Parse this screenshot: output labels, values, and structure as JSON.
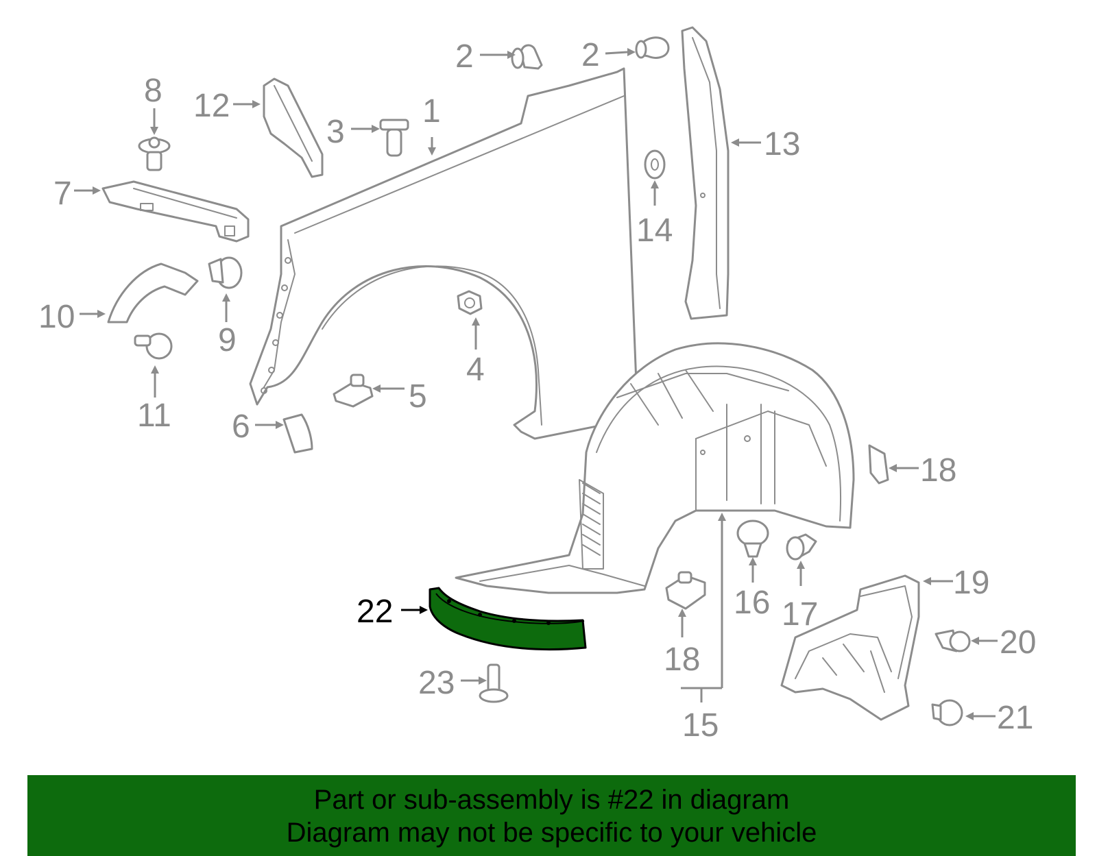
{
  "diagram": {
    "callouts": [
      "1",
      "2",
      "2",
      "3",
      "4",
      "5",
      "6",
      "7",
      "8",
      "9",
      "10",
      "11",
      "12",
      "13",
      "14",
      "15",
      "16",
      "17",
      "18",
      "18",
      "19",
      "20",
      "21",
      "22",
      "23"
    ],
    "highlighted_callout": "22",
    "colors": {
      "line": "#8c8c8c",
      "highlight_fill": "#0d6b0d",
      "highlight_stroke": "#000000",
      "background": "#ffffff"
    }
  },
  "banner": {
    "line1": "Part or sub-assembly is #22 in diagram",
    "line2": "Diagram may not be specific to your vehicle",
    "background": "#0d6b0d"
  }
}
